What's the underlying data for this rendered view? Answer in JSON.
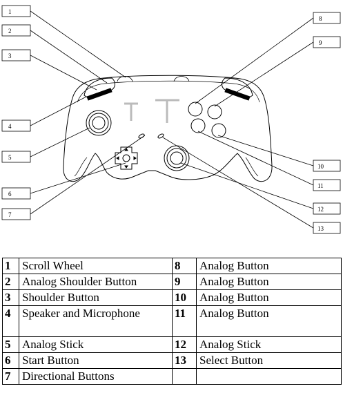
{
  "diagram": {
    "callouts": [
      {
        "id": "c1",
        "label": "1"
      },
      {
        "id": "c2",
        "label": "2"
      },
      {
        "id": "c3",
        "label": "3"
      },
      {
        "id": "c4",
        "label": "4"
      },
      {
        "id": "c5",
        "label": "5"
      },
      {
        "id": "c6",
        "label": "6"
      },
      {
        "id": "c7",
        "label": "7"
      },
      {
        "id": "c8",
        "label": "8"
      },
      {
        "id": "c9",
        "label": "9"
      },
      {
        "id": "c10",
        "label": "10"
      },
      {
        "id": "c11",
        "label": "11"
      },
      {
        "id": "c12",
        "label": "12"
      },
      {
        "id": "c13",
        "label": "13"
      }
    ]
  },
  "legend": {
    "rows": [
      {
        "left_num": "1",
        "left_text": "Scroll Wheel",
        "right_num": "8",
        "right_text": "Analog Button"
      },
      {
        "left_num": "2",
        "left_text": "Analog Shoulder Button",
        "right_num": "9",
        "right_text": "Analog Button"
      },
      {
        "left_num": "3",
        "left_text": "Shoulder Button",
        "right_num": "10",
        "right_text": "Analog Button"
      },
      {
        "left_num": "4",
        "left_text": "Speaker and Microphone",
        "right_num": "11",
        "right_text": "Analog Button"
      },
      {
        "left_num": "5",
        "left_text": "Analog Stick",
        "right_num": "12",
        "right_text": "Analog Stick"
      },
      {
        "left_num": "6",
        "left_text": "Start Button",
        "right_num": "13",
        "right_text": "Select Button"
      },
      {
        "left_num": "7",
        "left_text": "Directional Buttons",
        "right_num": "",
        "right_text": ""
      }
    ]
  }
}
